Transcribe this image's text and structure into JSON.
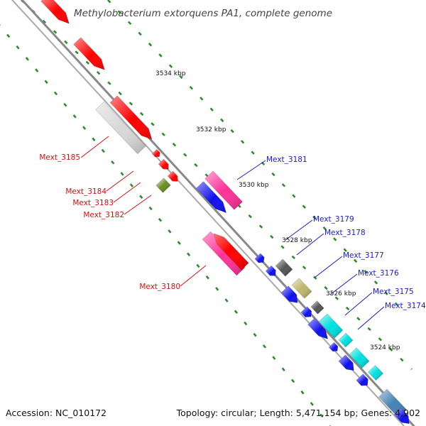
{
  "title": "Methylobacterium extorquens PA1, complete genome",
  "footer": {
    "accession": "Accession: NC_010172",
    "summary": "Topology: circular; Length: 5,471,154 bp; Genes: 4,902"
  },
  "colors": {
    "backbone": "#888888",
    "tick": "#2e8b2e",
    "label_forward": "#1a1acc",
    "label_reverse": "#d41010",
    "red": "#ff0000",
    "grey_light": "#d8d8d8",
    "olive_green": "#6b8e23",
    "pink": "#ff3399",
    "blue": "#1010ee",
    "dark_grey": "#555555",
    "khaki": "#bdb76b",
    "cyan": "#00e0e0",
    "steel_blue": "#4682b4"
  },
  "scale_ticks": [
    {
      "label": "3534 kbp"
    },
    {
      "label": "3532 kbp"
    },
    {
      "label": "3530 kbp"
    },
    {
      "label": "3528 kbp"
    },
    {
      "label": "3526 kbp"
    },
    {
      "label": "3524 kbp"
    }
  ],
  "gene_labels": [
    {
      "text": "Mext_3185",
      "strand": "reverse"
    },
    {
      "text": "Mext_3184",
      "strand": "reverse"
    },
    {
      "text": "Mext_3183",
      "strand": "reverse"
    },
    {
      "text": "Mext_3182",
      "strand": "reverse"
    },
    {
      "text": "Mext_3180",
      "strand": "reverse"
    },
    {
      "text": "Mext_3181",
      "strand": "forward"
    },
    {
      "text": "Mext_3179",
      "strand": "forward"
    },
    {
      "text": "Mext_3178",
      "strand": "forward"
    },
    {
      "text": "Mext_3177",
      "strand": "forward"
    },
    {
      "text": "Mext_3176",
      "strand": "forward"
    },
    {
      "text": "Mext_3175",
      "strand": "forward"
    },
    {
      "text": "Mext_3174",
      "strand": "forward"
    }
  ],
  "features": [
    {
      "name": "feature-red",
      "color": "red"
    },
    {
      "name": "feature-grey",
      "color": "grey_light"
    },
    {
      "name": "feature-olive",
      "color": "olive_green"
    },
    {
      "name": "feature-pink",
      "color": "pink"
    },
    {
      "name": "feature-blue",
      "color": "blue"
    },
    {
      "name": "feature-dark-grey",
      "color": "dark_grey"
    },
    {
      "name": "feature-khaki",
      "color": "khaki"
    },
    {
      "name": "feature-cyan",
      "color": "cyan"
    },
    {
      "name": "feature-steel-blue",
      "color": "steel_blue"
    }
  ]
}
